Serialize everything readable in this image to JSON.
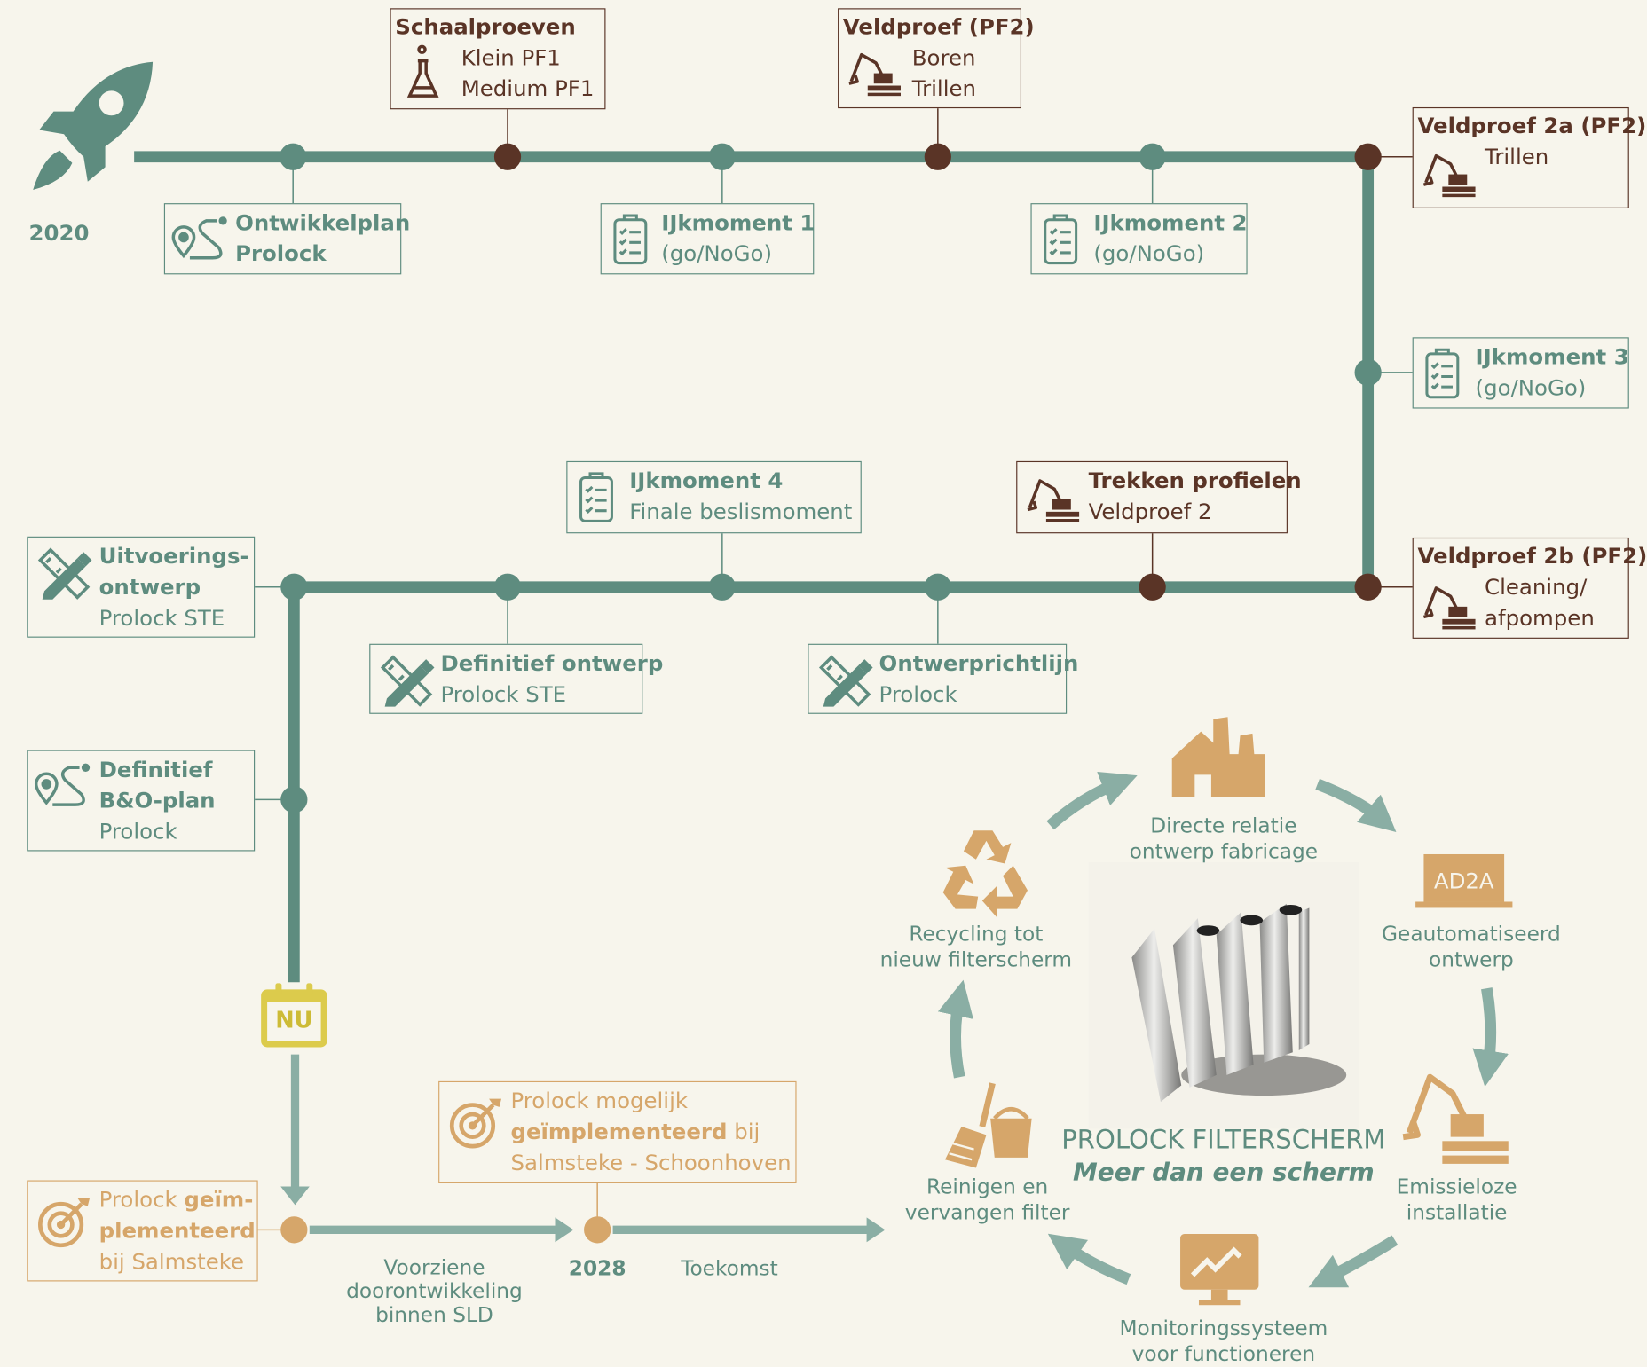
{
  "start_year": "2020",
  "schaalproeven": {
    "title": "Schaalproeven",
    "line1": "Klein PF1",
    "line2": "Medium PF1"
  },
  "veldproef_pf2": {
    "title": "Veldproef (PF2)",
    "line1": "Boren",
    "line2": "Trillen"
  },
  "veldproef_2a": {
    "title": "Veldproef 2a (PF2)",
    "line1": "Trillen"
  },
  "ontwikkelplan": {
    "line1": "Ontwikkelplan",
    "line2": "Prolock"
  },
  "ijkmoment1": {
    "title": "IJkmoment 1",
    "line2": "(go/NoGo)"
  },
  "ijkmoment2": {
    "title": "IJkmoment 2",
    "line2": "(go/NoGo)"
  },
  "ijkmoment3": {
    "title": "IJkmoment 3",
    "line2": "(go/NoGo)"
  },
  "ijkmoment4": {
    "title": "IJkmoment 4",
    "line2": "Finale beslismoment"
  },
  "trekken": {
    "title": "Trekken profielen",
    "line2": "Veldproef 2"
  },
  "veldproef_2b": {
    "title": "Veldproef 2b (PF2)",
    "line1": "Cleaning/",
    "line2": "afpompen"
  },
  "uitvoering": {
    "line1": "Uitvoerings-",
    "line2": "ontwerp",
    "line3": "Prolock STE"
  },
  "definitief_ontwerp": {
    "title": "Definitief ontwerp",
    "line2": "Prolock STE"
  },
  "ontwerprichtlijn": {
    "title": "Ontwerprichtlijn",
    "line2": "Prolock"
  },
  "bo_plan": {
    "line1": "Definitief",
    "line2": "B&O-plan",
    "line3": "Prolock"
  },
  "nu_label": "NU",
  "salmsteke": {
    "line1_a": "Prolock ",
    "line1_b": "geïm-",
    "line2": "plementeerd",
    "line3": "bij Salmsteke"
  },
  "schoonhoven": {
    "line1": "Prolock mogelijk",
    "line2_a": "geïmplementeerd",
    "line2_b": " bij",
    "line3": "Salmsteke - Schoonhoven"
  },
  "bottom": {
    "voorziene1": "Voorziene",
    "voorziene2": "doorontwikkeling",
    "voorziene3": "binnen SLD",
    "year_2028": "2028",
    "toekomst": "Toekomst"
  },
  "cycle": {
    "directe1": "Directe relatie",
    "directe2": "ontwerp fabricage",
    "ad2a": "AD2A",
    "geauto1": "Geautomatiseerd",
    "geauto2": "ontwerp",
    "emissie1": "Emissieloze",
    "emissie2": "installatie",
    "monitor1": "Monitoringssysteem",
    "monitor2": "voor functioneren",
    "reinigen1": "Reinigen en",
    "reinigen2": "vervangen filter",
    "recycling1": "Recycling tot",
    "recycling2": "nieuw filterscherm",
    "title": "PROLOCK FILTERSCHERM",
    "subtitle": "Meer dan een scherm"
  },
  "colors": {
    "green": "#5e8c7f",
    "brown": "#5a3426",
    "orange": "#d6a66a",
    "yellow": "#dccb4c",
    "arrow": "#8aaea4",
    "background": "#f7f5ec"
  }
}
